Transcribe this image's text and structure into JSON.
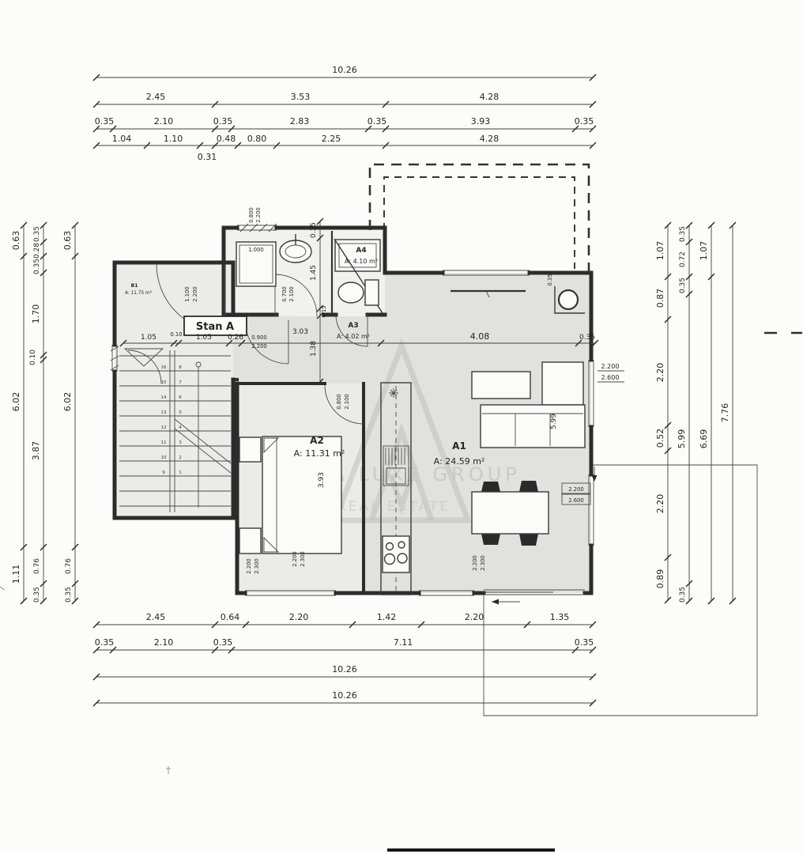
{
  "watermark": {
    "line1": "ALPHA LUXE GROUP",
    "line2": "REAL ESTATE"
  },
  "unit": {
    "label": "Stan A"
  },
  "rooms": {
    "b1": {
      "id": "B1",
      "area": "A: 11.75 m²"
    },
    "a1": {
      "id": "A1",
      "area": "A: 24.59 m²"
    },
    "a2": {
      "id": "A2",
      "area": "A: 11.31 m²"
    },
    "a3": {
      "id": "A3",
      "area": "A: 4.02 m²"
    },
    "a4": {
      "id": "A4",
      "area": "A: 4.10 m²"
    }
  },
  "dims": {
    "top": {
      "r1": [
        "10.26"
      ],
      "r2": [
        "2.45",
        "3.53",
        "4.28"
      ],
      "r3": [
        "0.35",
        "2.10",
        "0.35",
        "2.83",
        "0.35",
        "3.93",
        "0.35"
      ],
      "r4": [
        "1.04",
        "1.10",
        "0.48",
        "0.80",
        "2.25",
        "4.28"
      ],
      "extra": "0.31"
    },
    "bottom": {
      "r1": [
        "2.45",
        "0.64",
        "2.20",
        "1.42",
        "2.20",
        "1.35"
      ],
      "r2": [
        "0.35",
        "2.10",
        "0.35",
        "7.11",
        "0.35"
      ],
      "r3": [
        "10.26"
      ],
      "r4": [
        "10.26"
      ]
    },
    "left": {
      "a": [
        "0.63",
        "6.02",
        "1.11"
      ],
      "b": [
        "0.35",
        "0.28",
        "0.35",
        "1.70",
        "0.10",
        "3.87",
        "0.76",
        "0.35"
      ],
      "c": [
        "0.63",
        "6.02",
        "0.76",
        "0.35"
      ]
    },
    "right": {
      "a": [
        "1.07",
        "0.87",
        "2.20",
        "0.52",
        "2.20",
        "0.89"
      ],
      "b": [
        "0.35",
        "0.72",
        "0.35",
        "5.99",
        "0.35"
      ],
      "c": [
        "1.07",
        "6.69"
      ],
      "d": [
        "7.76"
      ]
    },
    "inner": {
      "hall": [
        "1.05",
        "0.10",
        "1.05",
        "0.26",
        "3.03",
        "4.08",
        "0.35"
      ],
      "vchain": [
        "0.35",
        "1.45",
        "0.15",
        "1.38"
      ],
      "bed": "3.93",
      "living": "5.99",
      "corner": "0.35"
    }
  },
  "openings": {
    "entry": {
      "w": "1.100",
      "h": "2.200"
    },
    "bath": {
      "w": "0.700",
      "h": "2.100"
    },
    "hall": {
      "w": "0.900",
      "h": "2.200"
    },
    "bedroom": {
      "w": "0.800",
      "h": "2.100"
    },
    "top_window": {
      "w": "0.800",
      "h": "2.200"
    },
    "right_upper": {
      "w": "2.200",
      "h": "2.600"
    },
    "right_lower": {
      "w": "2.200",
      "h": "2.600"
    },
    "bedroom_window": {
      "w": "2.200",
      "h": "2.300"
    },
    "kitchen_window": {
      "w": "2.200",
      "h": "2.300"
    },
    "dining_window": {
      "w": "2.200",
      "h": "2.300"
    },
    "washer": "1.000"
  },
  "stairs": {
    "left": [
      "16",
      "15",
      "14",
      "13",
      "12",
      "11",
      "10",
      "9"
    ],
    "right": [
      "8",
      "7",
      "6",
      "5",
      "4",
      "3",
      "2",
      "1"
    ]
  }
}
